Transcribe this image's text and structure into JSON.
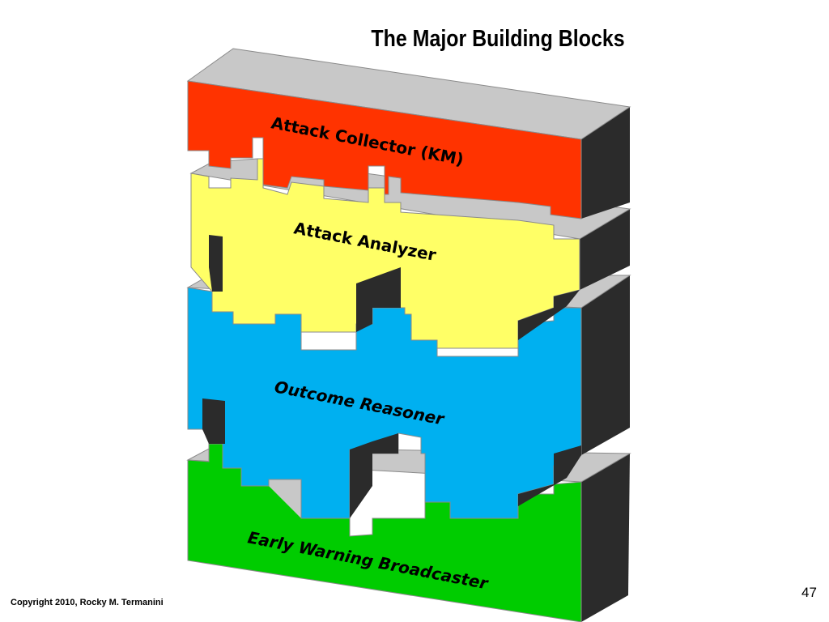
{
  "slide": {
    "title": "The Major Building Blocks",
    "copyright": "Copyright 2010, Rocky M. Termanini",
    "page_number": "47"
  },
  "blocks": [
    {
      "name": "attack-collector",
      "label": "Attack Collector (KM)",
      "color": "#ff3300",
      "italic": false
    },
    {
      "name": "attack-analyzer",
      "label": "Attack Analyzer",
      "color": "#ffff66",
      "italic": false
    },
    {
      "name": "outcome-reasoner",
      "label": "Outcome Reasoner",
      "color": "#00b0f0",
      "italic": true
    },
    {
      "name": "early-warning-broadcaster",
      "label": "Early Warning Broadcaster",
      "color": "#00cc00",
      "italic": true
    }
  ],
  "colors": {
    "top_face": "#c8c8c8",
    "side_face": "#2b2b2b",
    "notch_shadow": "#3a3a3a",
    "outline": "#8a8a8a"
  }
}
